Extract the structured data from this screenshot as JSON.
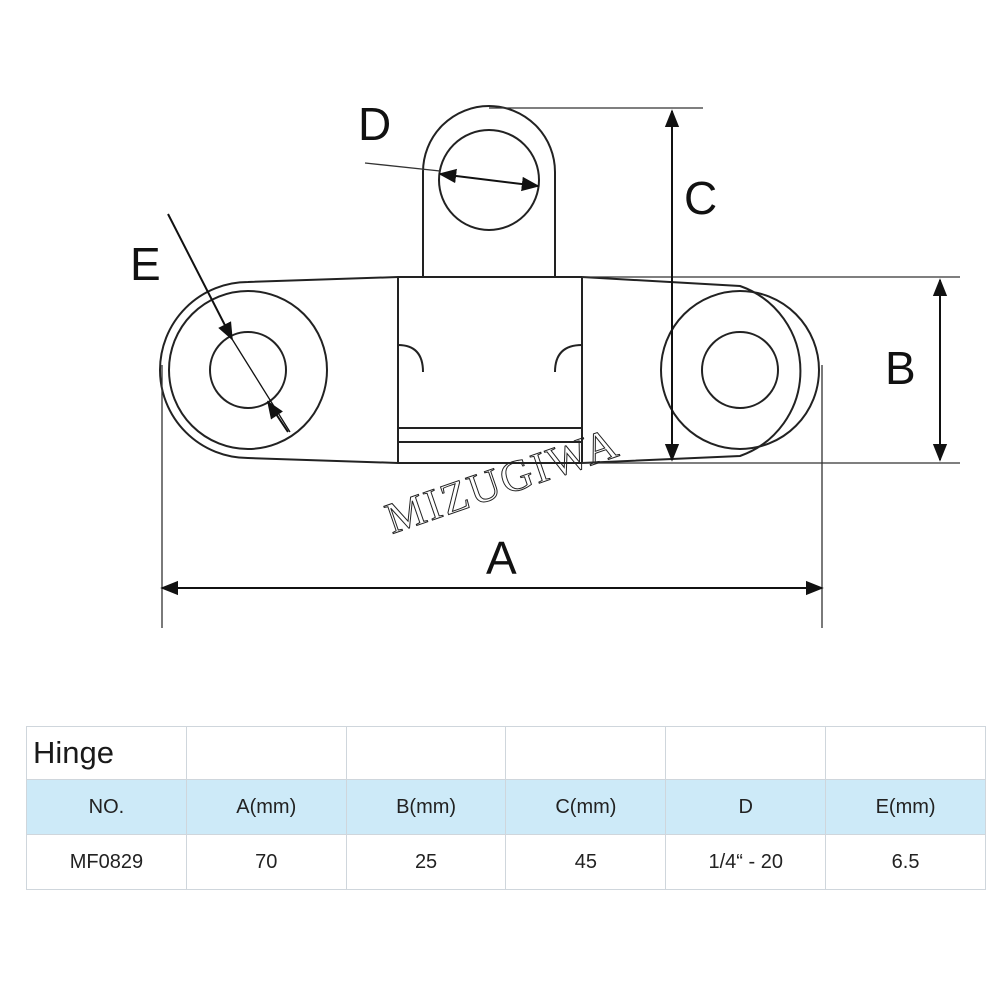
{
  "diagram": {
    "labels": {
      "a": "A",
      "b": "B",
      "c": "C",
      "d": "D",
      "e": "E"
    },
    "watermark": "MIZUGIWA"
  },
  "table": {
    "title": "Hinge",
    "headers": [
      "NO.",
      "A(mm)",
      "B(mm)",
      "C(mm)",
      "D",
      "E(mm)"
    ],
    "rows": [
      [
        "MF0829",
        "70",
        "25",
        "45",
        "1/4“ - 20",
        "6.5"
      ]
    ],
    "header_bg": "#cdeaf8",
    "border_color": "#cfd6dc"
  }
}
